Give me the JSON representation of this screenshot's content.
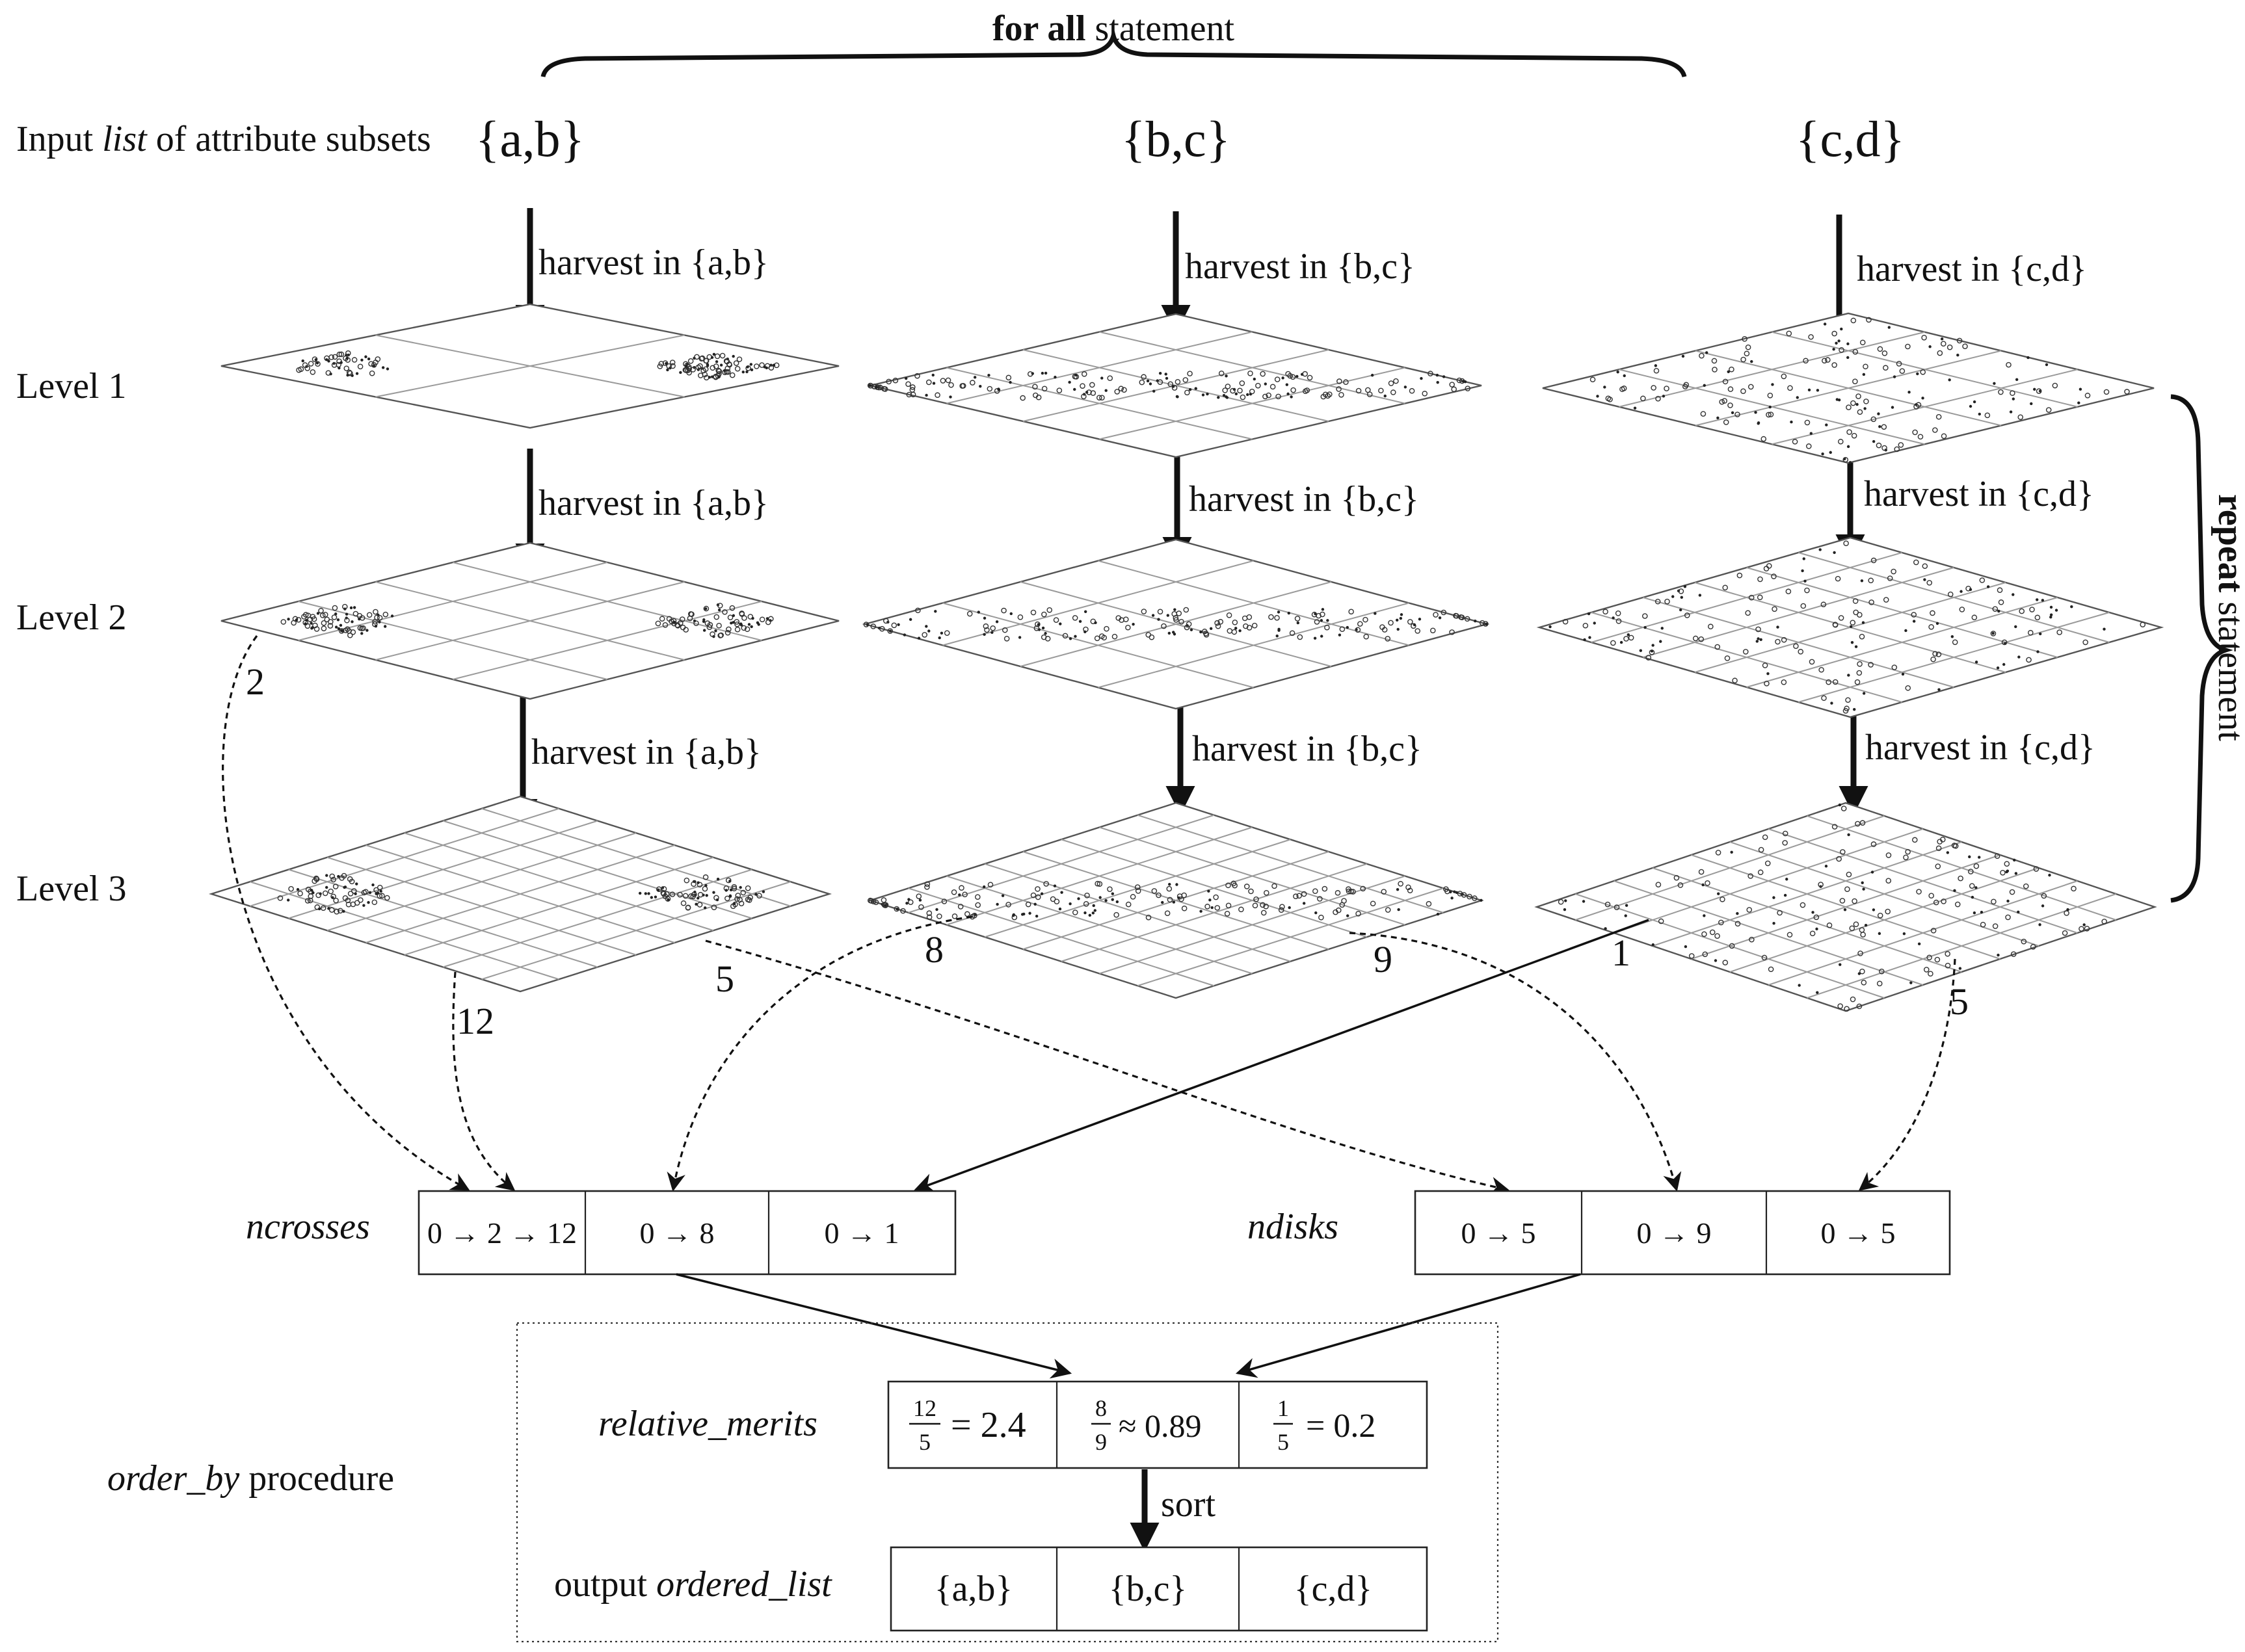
{
  "header": {
    "for_all_bold": "for all",
    "for_all_rest": " statement",
    "repeat_bold": "repeat",
    "repeat_rest": " statement"
  },
  "input_label": {
    "pre": "Input ",
    "italic": "list",
    "post": " of attribute subsets"
  },
  "subsets": [
    "{a,b}",
    "{b,c}",
    "{c,d}"
  ],
  "harvest_labels": {
    "ab": "harvest in {a,b}",
    "bc": "harvest in {b,c}",
    "cd": "harvest in {c,d}"
  },
  "levels": [
    "Level 1",
    "Level 2",
    "Level 3"
  ],
  "flow_counts": {
    "ab_level2": "2",
    "ab_level3_cross": "12",
    "ab_level3_disk": "5",
    "bc_level3_cross": "8",
    "bc_level3_disk": "9",
    "cd_level3_cross": "1",
    "cd_level3_disk": "5"
  },
  "ncrosses": {
    "label": "ncrosses",
    "cells": [
      "0 → 2 → 12",
      "0 → 8",
      "0 → 1"
    ]
  },
  "ndisks": {
    "label": "ndisks",
    "cells": [
      "0 → 5",
      "0 → 9",
      "0 → 5"
    ]
  },
  "order_by": {
    "italic": "order_by",
    "rest": " procedure"
  },
  "relative_merits": {
    "label": "relative_merits",
    "cells": [
      {
        "num": "12",
        "den": "5",
        "rest": "= 2.4"
      },
      {
        "num": "8",
        "den": "9",
        "rest": "≈ 0.89"
      },
      {
        "num": "1",
        "den": "5",
        "rest": "= 0.2"
      }
    ]
  },
  "sort_label": "sort",
  "output": {
    "pre": "output ",
    "italic": "ordered_list",
    "cells": [
      "{a,b}",
      "{b,c}",
      "{c,d}"
    ]
  }
}
